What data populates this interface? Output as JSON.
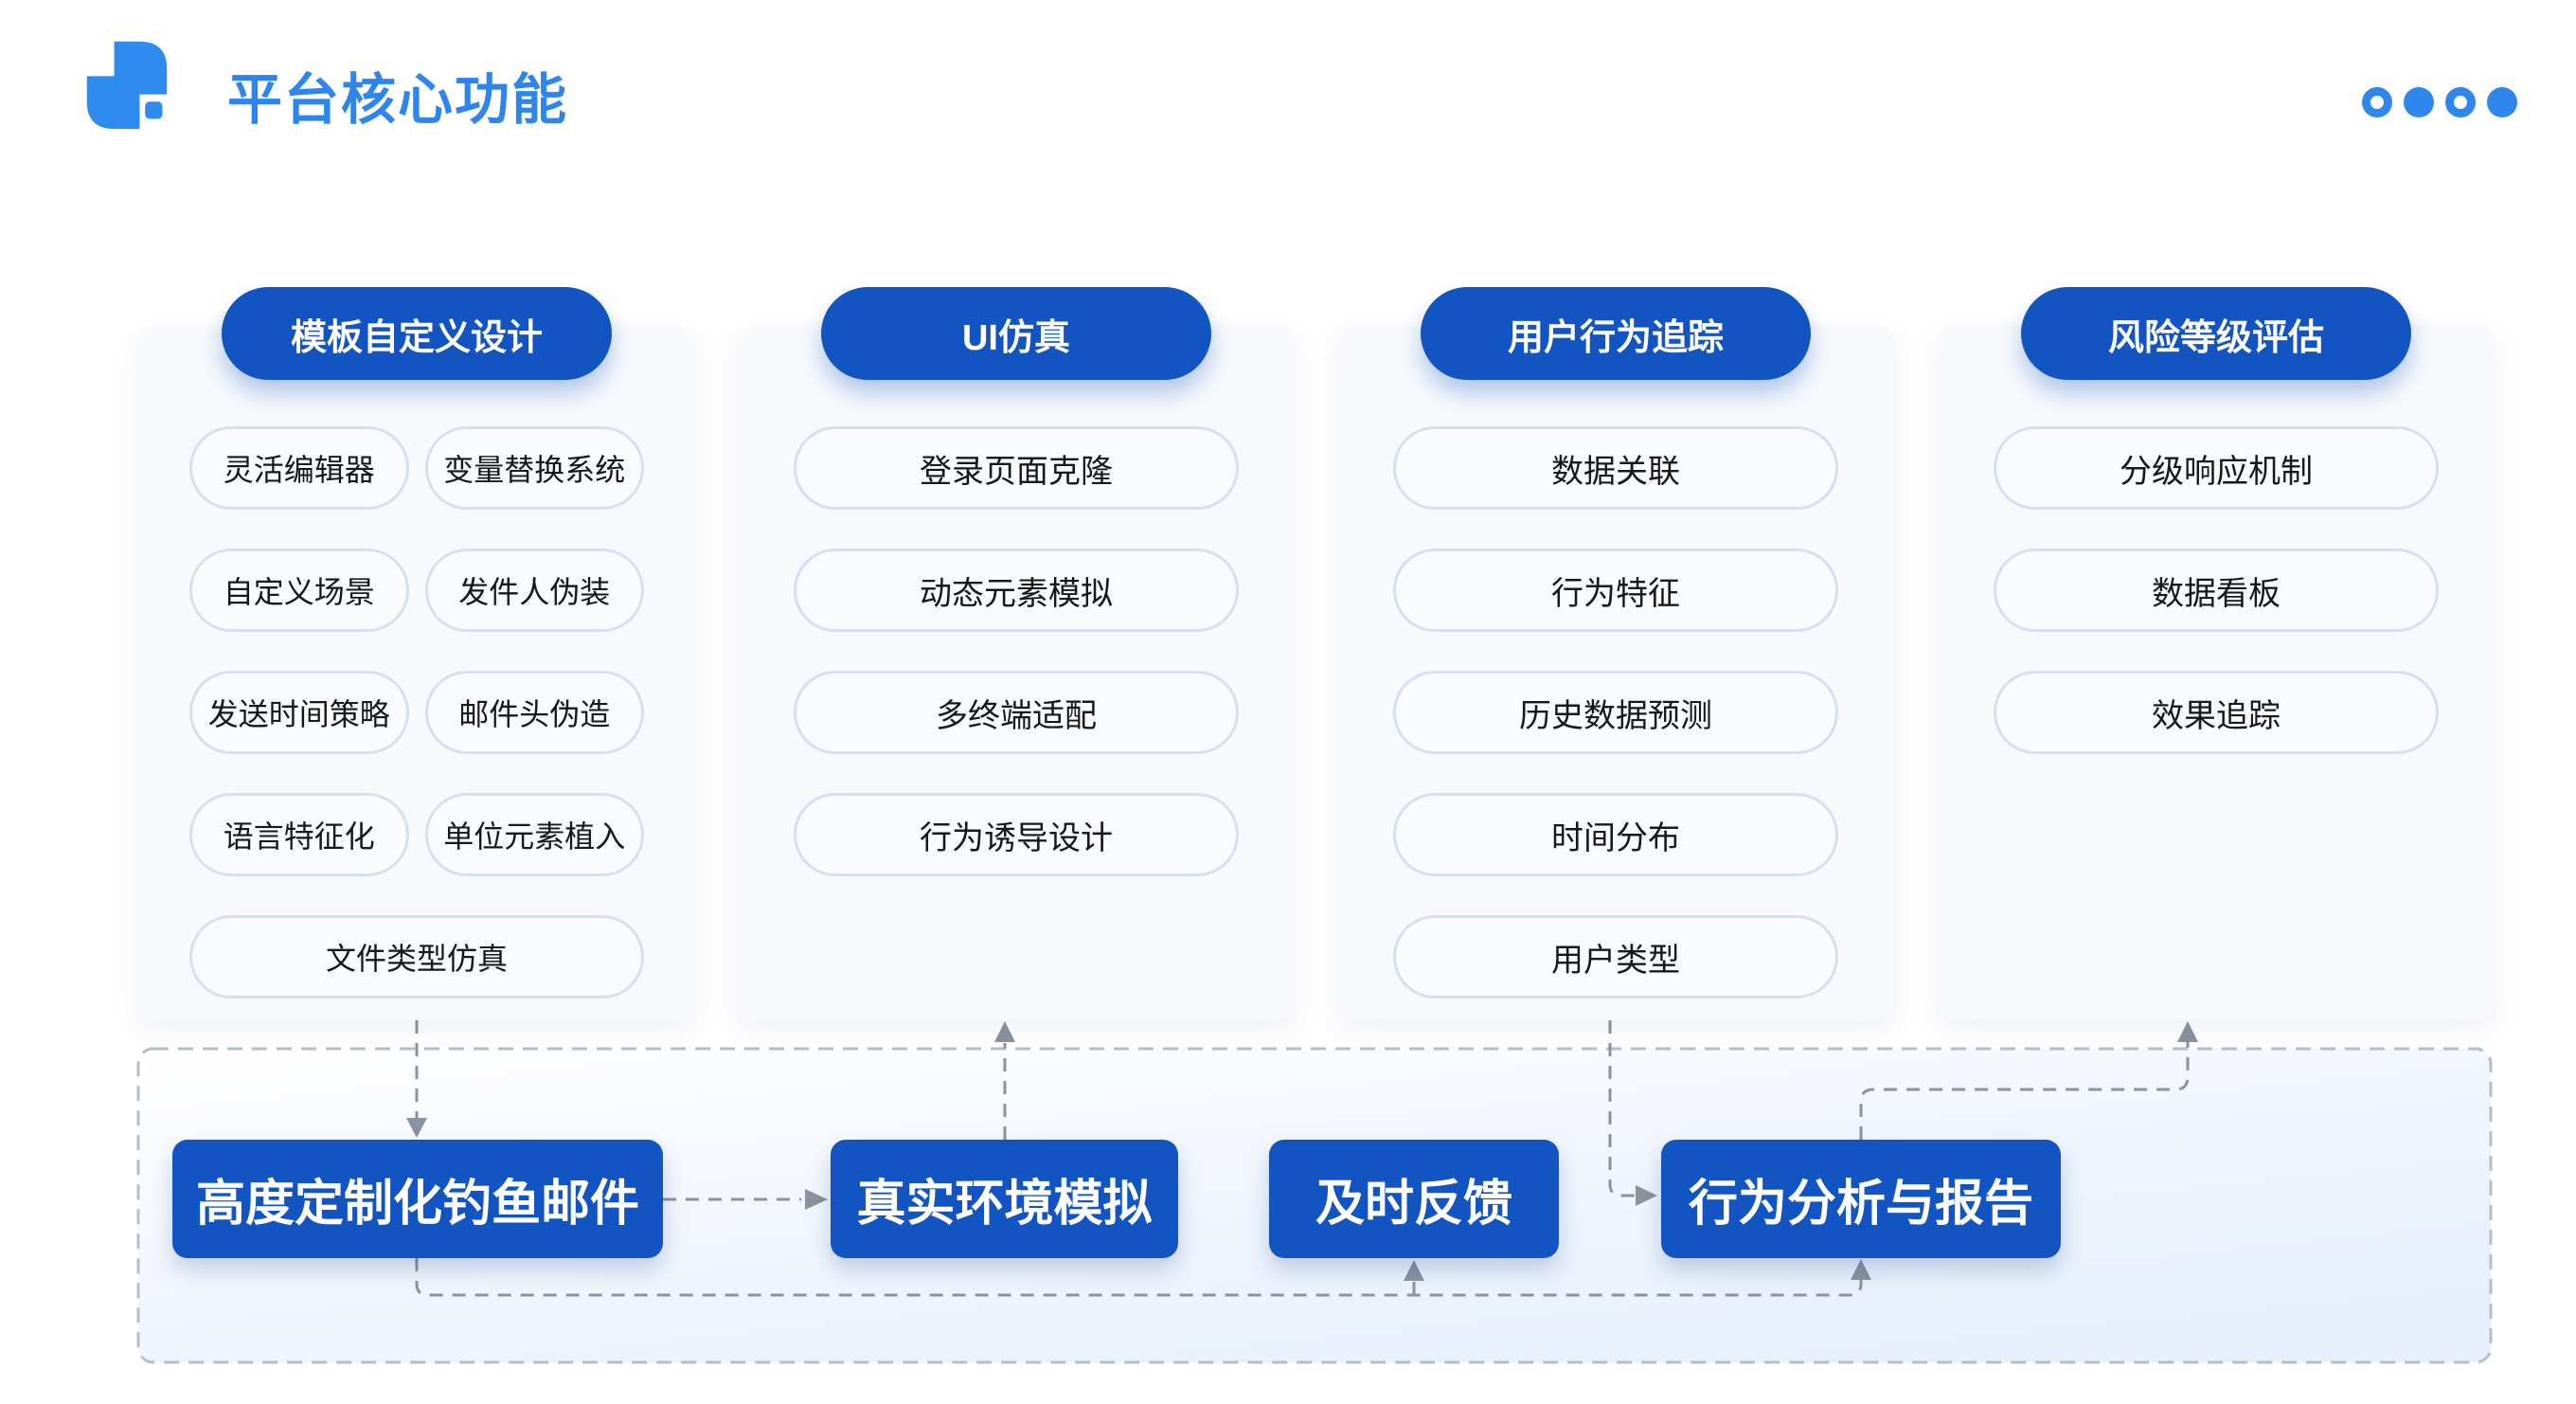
{
  "header": {
    "title": "平台核心功能",
    "dots": [
      {
        "cls": "dot ring"
      },
      {
        "cls": "dot filled"
      },
      {
        "cls": "dot ring"
      },
      {
        "cls": "dot filled"
      }
    ]
  },
  "columns": [
    {
      "title": "模板自定义设计",
      "items": [
        "灵活编辑器",
        "变量替换系统",
        "自定义场景",
        "发件人伪装",
        "发送时间策略",
        "邮件头伪造",
        "语言特征化",
        "单位元素植入",
        "文件类型仿真"
      ]
    },
    {
      "title": "UI仿真",
      "items": [
        "登录页面克隆",
        "动态元素模拟",
        "多终端适配",
        "行为诱导设计"
      ]
    },
    {
      "title": "用户行为追踪",
      "items": [
        "数据关联",
        "行为特征",
        "历史数据预测",
        "时间分布",
        "用户类型"
      ]
    },
    {
      "title": "风险等级评估",
      "items": [
        "分级响应机制",
        "数据看板",
        "效果追踪"
      ]
    }
  ],
  "flow": {
    "boxes": [
      "高度定制化钓鱼邮件",
      "真实环境模拟",
      "及时反馈",
      "行为分析与报告"
    ]
  },
  "colors": {
    "accent_blue": "#2F87EC",
    "deep_blue": "#1254C1",
    "pill_border": "#D6DFF1",
    "dash_gray": "#8A939E"
  }
}
